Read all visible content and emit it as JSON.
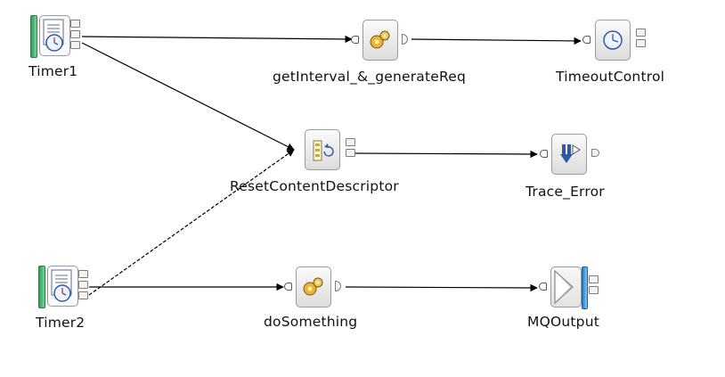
{
  "flow": {
    "nodes": {
      "timer1": {
        "label": "Timer1",
        "icon": "timer-clock-icon"
      },
      "timer2": {
        "label": "Timer2",
        "icon": "timer-clock-icon"
      },
      "getinterval": {
        "label": "getInterval_&_generateReq",
        "icon": "compute-gears-icon"
      },
      "timeoutcontrol": {
        "label": "TimeoutControl",
        "icon": "clock-icon"
      },
      "resetcontent": {
        "label": "ResetContentDescriptor",
        "icon": "reset-descriptor-icon"
      },
      "traceerror": {
        "label": "Trace_Error",
        "icon": "trace-icon"
      },
      "dosomething": {
        "label": "doSomething",
        "icon": "compute-gears-icon"
      },
      "mqoutput": {
        "label": "MQOutput",
        "icon": "mq-output-icon"
      }
    },
    "colors": {
      "connection": "#000000",
      "node_border": "#9a9a9a",
      "timer_bar": "#2f9e54",
      "mq_bar": "#1f7fd3"
    }
  }
}
